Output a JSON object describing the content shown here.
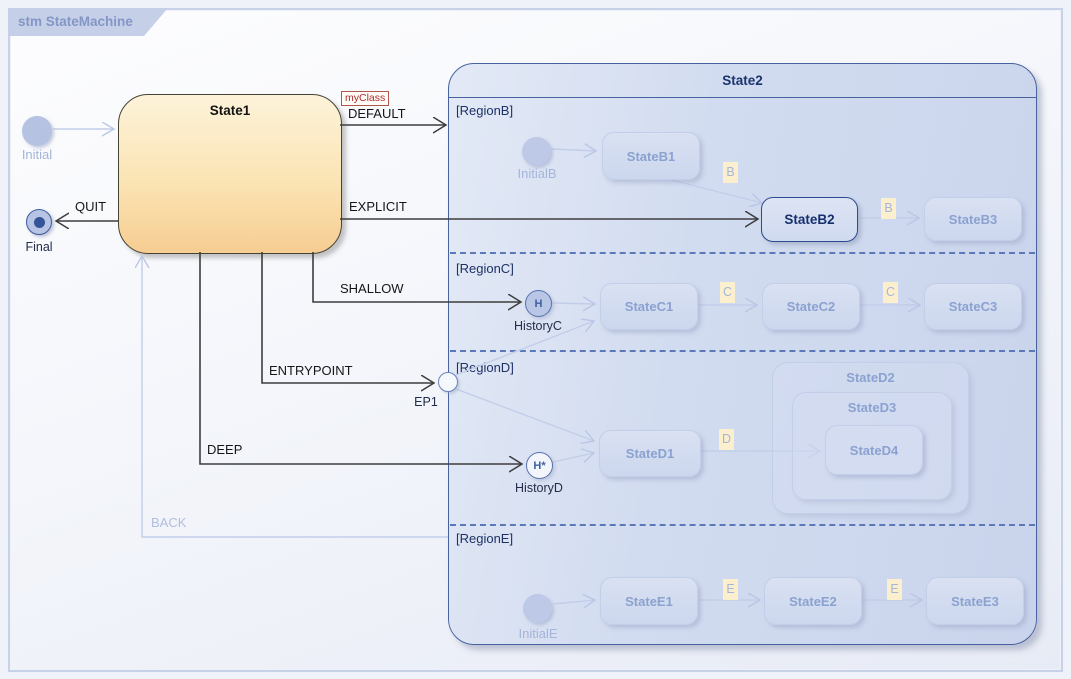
{
  "tab": {
    "label": "stm StateMachine"
  },
  "state1": {
    "title": "State1"
  },
  "state2": {
    "title": "State2",
    "regions": [
      {
        "label": "[RegionB]"
      },
      {
        "label": "[RegionC]"
      },
      {
        "label": "[RegionD]"
      },
      {
        "label": "[RegionE]"
      }
    ]
  },
  "pseudostates": {
    "initial": "Initial",
    "final": "Final",
    "initialB": "InitialB",
    "initialE": "InitialE",
    "historyC": {
      "label": "HistoryC",
      "glyph": "H"
    },
    "historyD": {
      "label": "HistoryD",
      "glyph": "H*"
    },
    "ep1": "EP1"
  },
  "states": {
    "b1": "StateB1",
    "b2": "StateB2",
    "b3": "StateB3",
    "c1": "StateC1",
    "c2": "StateC2",
    "c3": "StateC3",
    "d1": "StateD1",
    "d2": "StateD2",
    "d3": "StateD3",
    "d4": "StateD4",
    "e1": "StateE1",
    "e2": "StateE2",
    "e3": "StateE3"
  },
  "transitions": {
    "default": {
      "label": "DEFAULT",
      "stereotype": "myClass"
    },
    "explicit": "EXPLICIT",
    "shallow": "SHALLOW",
    "entrypoint": "ENTRYPOINT",
    "deep": "DEEP",
    "quit": "QUIT",
    "back": "BACK"
  },
  "triggers": {
    "b": "B",
    "c": "C",
    "d": "D",
    "e": "E"
  },
  "colors": {
    "container_border": "#47629e",
    "dashed_separator": "#5b79ba",
    "dark_wire": "#3d3d3d",
    "light_wire": "#c2cee9",
    "state1_top": "#fdf3da",
    "state1_bottom": "#f6cd92",
    "trigger_bg": "#fcefcd",
    "stereotype_red": "#b3282d",
    "ghost_text": "#8ba1d0",
    "tab_bg": "#c5cfe7"
  }
}
